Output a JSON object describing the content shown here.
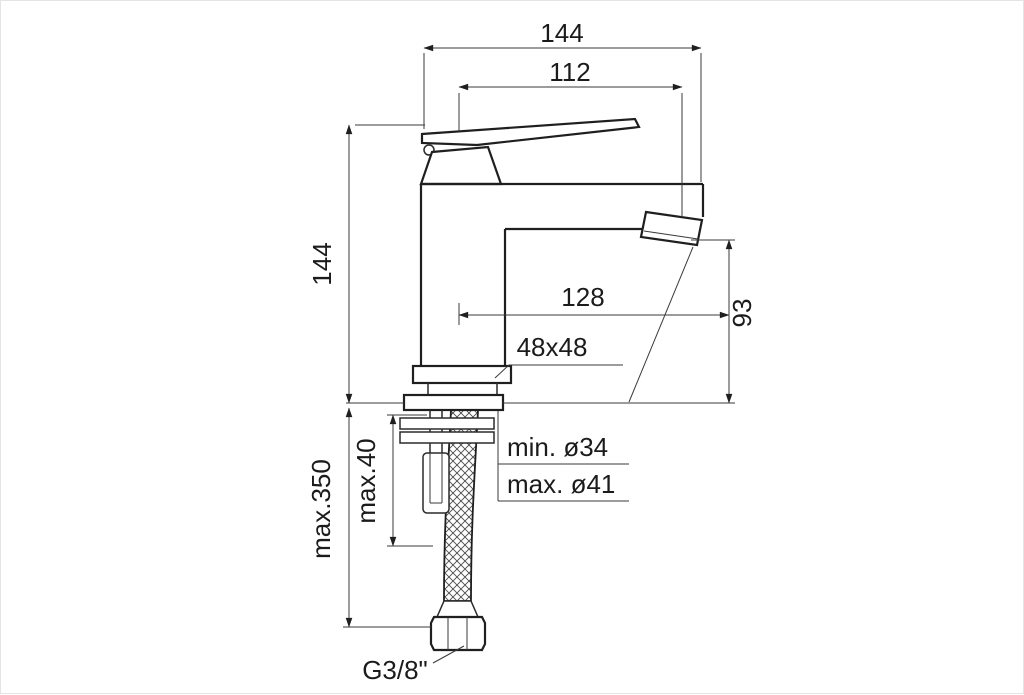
{
  "drawing": {
    "colors": {
      "line": "#1f1f1f",
      "background": "#ffffff"
    },
    "labels": {
      "total_width": "144",
      "spout_reach": "112",
      "total_height": "144",
      "outlet_offset": "128",
      "outlet_height": "93",
      "base_footprint": "48x48",
      "hole_min_diameter": "min. ø34",
      "hole_max_diameter": "max. ø41",
      "max_deck_thickness": "max.40",
      "max_hose_length": "max.350",
      "thread_size": "G3/8\""
    }
  }
}
